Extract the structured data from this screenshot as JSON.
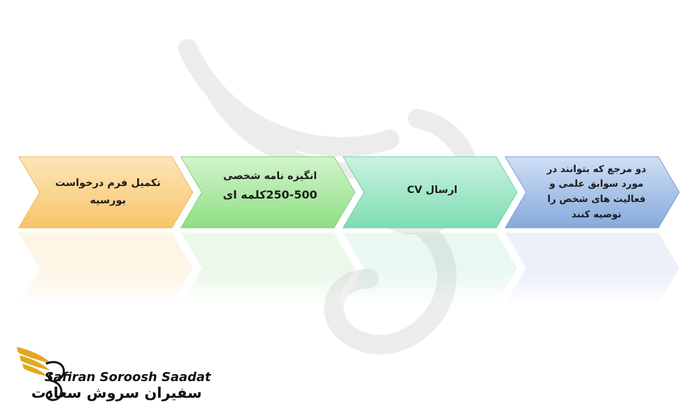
{
  "colors": {
    "step1": "#fcd289",
    "step2": "#a8e8a0",
    "step3": "#96e6c4",
    "step4": "#9fbde6",
    "brand_gold": "#e0a91e"
  },
  "steps": [
    {
      "lines": [
        "تکمیل فرم درخواست",
        "بورسیه"
      ]
    },
    {
      "lines": [
        "انگیزه نامه شخصی",
        "250-500کلمه ای"
      ]
    },
    {
      "lines": [
        "ارسال CV"
      ]
    },
    {
      "lines": [
        "دو مرجع که بتوانند در",
        "مورد سوابق علمی و",
        "فعالیت های شخص را",
        "توصیه کنند"
      ]
    }
  ],
  "logo": {
    "name_en": "Safiran Soroosh Saadat",
    "name_fa": "سفیران سروش سعادت",
    "icon": "golden-wing-swirl-icon"
  }
}
